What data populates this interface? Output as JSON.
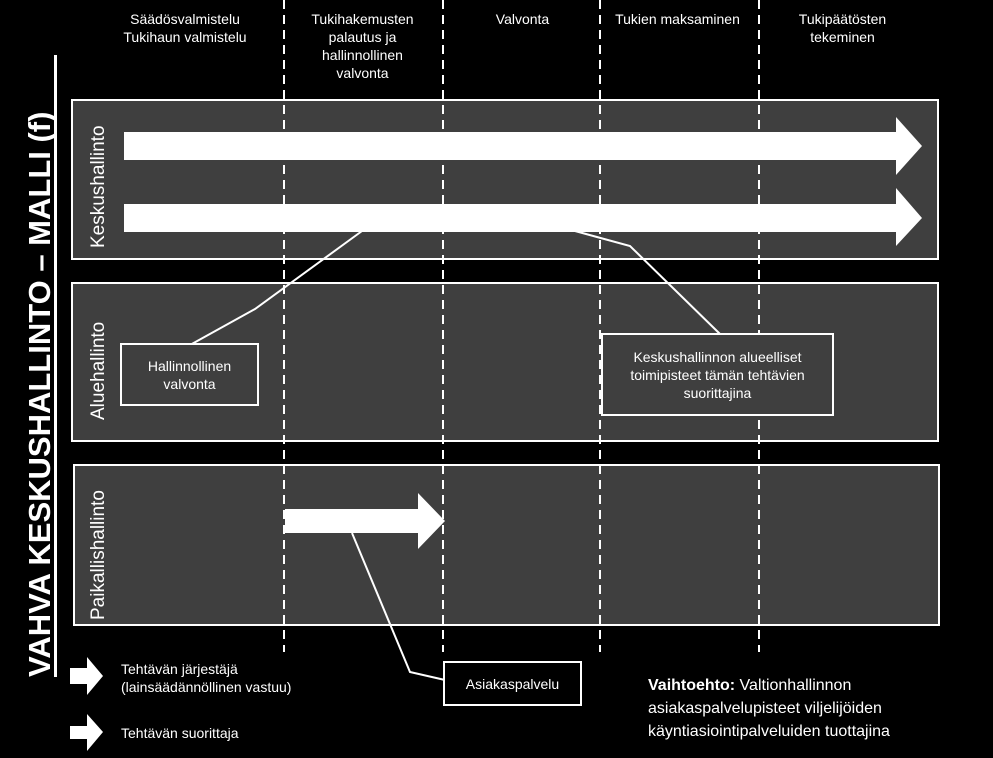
{
  "title": "VAHVA KESKUSHALLINTO – MALLI (f)",
  "phases": [
    "Säädösvalmistelu\nTukihaun valmistelu",
    "Tukihakemusten\npalautus ja\nhallinnollinen\nvalvonta",
    "Valvonta",
    "Tukien maksaminen",
    "Tukipäätösten\ntekeminen"
  ],
  "bands": [
    "Keskushallinto",
    "Aluehallinto",
    "Paikallishallinto"
  ],
  "callouts": {
    "hallinnollinen": "Hallinnollinen\nvalvonta",
    "keskushallinnon": "Keskushallinnon alueelliset\ntoimipisteet tämän tehtävien\nsuorittajina",
    "asiakaspalvelu": "Asiakaspalvelu"
  },
  "legend": {
    "organizer": "Tehtävän järjestäjä\n(lainsäädännöllinen vastuu)",
    "performer": "Tehtävän suorittaja"
  },
  "alternative": {
    "label": "Vaihtoehto:",
    "text": " Valtionhallinnon asiakaspalvelupisteet viljelijöiden käyntiasiointipalveluiden tuottajina"
  },
  "colors": {
    "background": "#000000",
    "band": "#3f3f3f",
    "line": "#ffffff"
  }
}
